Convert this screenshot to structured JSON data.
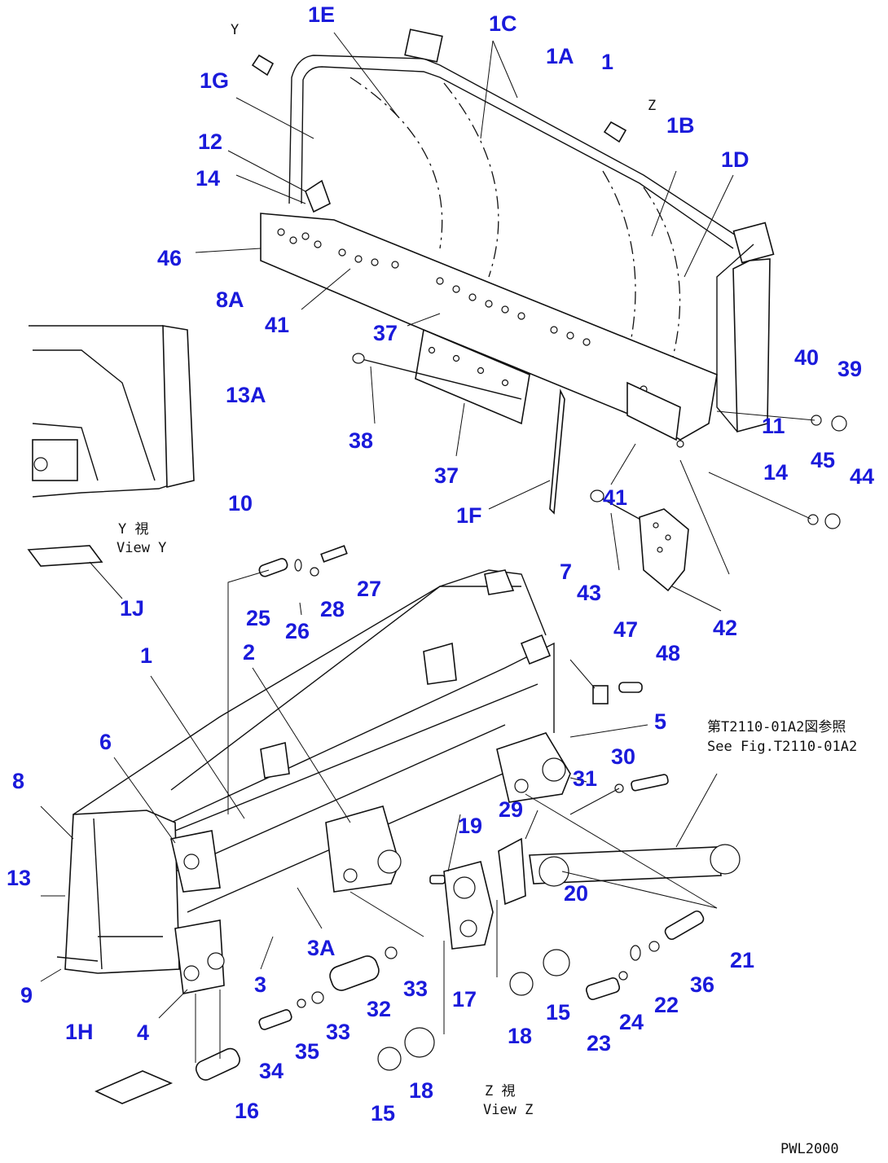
{
  "labels": {
    "1E": "1E",
    "1C": "1C",
    "1A": "1A",
    "1": "1",
    "1G": "1G",
    "1B": "1B",
    "12": "12",
    "1D": "1D",
    "14": "14",
    "46": "46",
    "8A": "8A",
    "41": "41",
    "37": "37",
    "40": "40",
    "39": "39",
    "13A": "13A",
    "11": "11",
    "38": "38",
    "45": "45",
    "44": "44",
    "10": "10",
    "1F": "1F",
    "43": "43",
    "7": "7",
    "27": "27",
    "25": "25",
    "26": "26",
    "28": "28",
    "1J": "1J",
    "42": "42",
    "47": "47",
    "48": "48",
    "2": "2",
    "5": "5",
    "6": "6",
    "30": "30",
    "8": "8",
    "31": "31",
    "29": "29",
    "19": "19",
    "13": "13",
    "20": "20",
    "3A": "3A",
    "21": "21",
    "9": "9",
    "3": "3",
    "33": "33",
    "36": "36",
    "4": "4",
    "32": "32",
    "17": "17",
    "22": "22",
    "15": "15",
    "1H": "1H",
    "34": "34",
    "35": "35",
    "18": "18",
    "24": "24",
    "23": "23",
    "16": "16"
  },
  "notes": {
    "view_y_jp": "Y  視",
    "view_y_en": "View Y",
    "view_z_jp": "Z  視",
    "view_z_en": "View Z",
    "see_fig_jp": "第T2110-01A2図参照",
    "see_fig_en": "See Fig.T2110-01A2",
    "arrow_y": "Y",
    "arrow_z": "Z",
    "code": "PWL2000"
  }
}
